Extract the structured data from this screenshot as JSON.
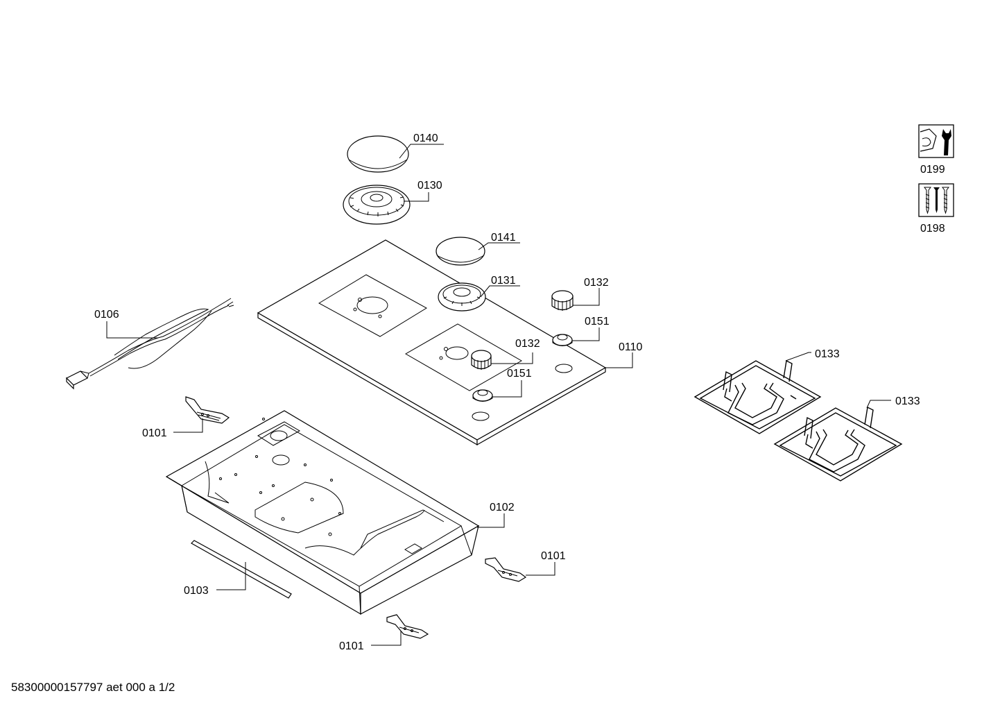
{
  "parts": {
    "p0140": "0140",
    "p0130": "0130",
    "p0141": "0141",
    "p0131": "0131",
    "p0132a": "0132",
    "p0151a": "0151",
    "p0132b": "0132",
    "p0110": "0110",
    "p0151b": "0151",
    "p0106": "0106",
    "p0101a": "0101",
    "p0102": "0102",
    "p0101b": "0101",
    "p0103": "0103",
    "p0101c": "0101",
    "p0133a": "0133",
    "p0133b": "0133",
    "p0199": "0199",
    "p0198": "0198"
  },
  "icons": {
    "service_kit": "wrench-nut-icon",
    "screws": "screws-icon"
  },
  "footer": "58300000157797 aet 000 a 1/2"
}
